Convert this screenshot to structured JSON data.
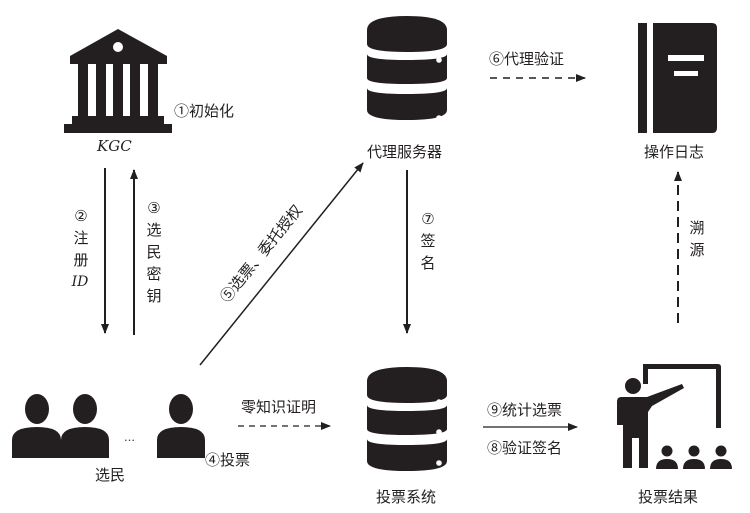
{
  "nodes": {
    "kgc": {
      "label": "KGC",
      "note": "①初始化"
    },
    "proxy_server": {
      "label": "代理服务器"
    },
    "operation_log": {
      "label": "操作日志"
    },
    "voters": {
      "label": "选民",
      "ellipsis": "…"
    },
    "voting_system": {
      "label": "投票系统"
    },
    "voting_result": {
      "label": "投票结果"
    }
  },
  "edges": {
    "register": {
      "step": "②",
      "chars": [
        "注",
        "册"
      ],
      "id": "ID"
    },
    "voter_key": {
      "step": "③",
      "chars": [
        "选",
        "民",
        "密",
        "钥"
      ]
    },
    "vote": {
      "label": "④投票"
    },
    "delegate": {
      "label": "⑤选票、委托授权"
    },
    "proxy_verify": {
      "label": "⑥代理验证"
    },
    "sign": {
      "step": "⑦",
      "chars": [
        "签",
        "名"
      ]
    },
    "verify_sign": {
      "label": "⑧验证签名"
    },
    "tally": {
      "label": "⑨统计选票"
    },
    "trace": {
      "chars": [
        "溯",
        "源"
      ]
    },
    "zkp": {
      "label": "零知识证明"
    }
  },
  "colors": {
    "ink": "#231f20",
    "background": "#ffffff"
  }
}
